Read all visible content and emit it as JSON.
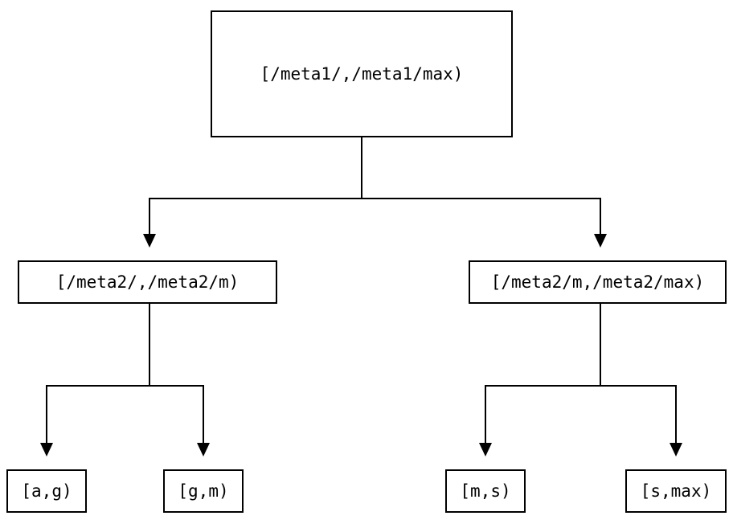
{
  "diagram": {
    "type": "tree",
    "orientation": "top-down",
    "line_color": "#000000",
    "box_border_color": "#000000",
    "box_fill_color": "#ffffff",
    "background_color": "#ffffff"
  },
  "nodes": {
    "root": {
      "label": "[/meta1/,/meta1/max)"
    },
    "meta2_low": {
      "label": "[/meta2/,/meta2/m)"
    },
    "meta2_high": {
      "label": "[/meta2/m,/meta2/max)"
    },
    "leaf_ag": {
      "label": "[a,g)"
    },
    "leaf_gm": {
      "label": "[g,m)"
    },
    "leaf_ms": {
      "label": "[m,s)"
    },
    "leaf_smax": {
      "label": "[s,max)"
    }
  },
  "edges": [
    {
      "from": "root",
      "to": "meta2_low"
    },
    {
      "from": "root",
      "to": "meta2_high"
    },
    {
      "from": "meta2_low",
      "to": "leaf_ag"
    },
    {
      "from": "meta2_low",
      "to": "leaf_gm"
    },
    {
      "from": "meta2_high",
      "to": "leaf_ms"
    },
    {
      "from": "meta2_high",
      "to": "leaf_smax"
    }
  ]
}
